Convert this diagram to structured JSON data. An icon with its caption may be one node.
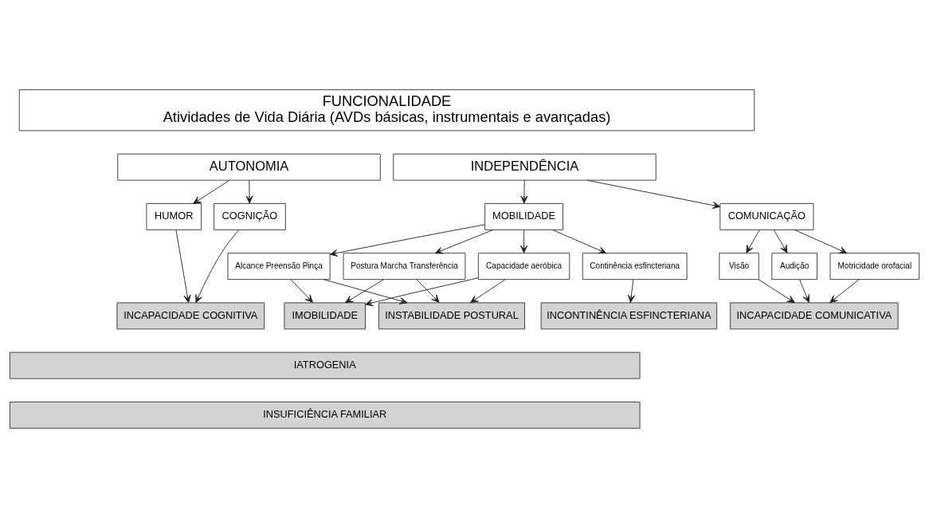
{
  "diagram": {
    "nodes": [
      {
        "text": [
          "FUNCIONALIDADE",
          "Atividades de Vida Diária (AVDs básicas, instrumentais e avançadas)"
        ]
      },
      {
        "text": [
          "AUTONOMIA"
        ]
      },
      {
        "text": [
          "INDEPENDÊNCIA"
        ]
      },
      {
        "text": [
          "COGNIÇÃO"
        ]
      },
      {
        "text": [
          "HUMOR"
        ]
      },
      {
        "text": [
          "MOBILIDADE"
        ]
      },
      {
        "text": [
          "COMUNICAÇÃO"
        ]
      },
      {
        "text": [
          "Visão"
        ]
      },
      {
        "text": [
          "Audição"
        ]
      },
      {
        "text": [
          "Motricidade orofacial"
        ]
      },
      {
        "text": [
          "Alcance Preensão Pinça"
        ]
      },
      {
        "text": [
          "Postura Marcha Transferência"
        ]
      },
      {
        "text": [
          "Capacidade aeróbica"
        ]
      },
      {
        "text": [
          "Continência esfincteriana"
        ]
      },
      {
        "text": [
          "INCAPACIDADE COGNITIVA"
        ]
      },
      {
        "text": [
          "INSTABILIDADE POSTURAL"
        ]
      },
      {
        "text": [
          "IMOBILIDADE"
        ]
      },
      {
        "text": [
          "INCONTINÊNCIA ESFINCTERIANA"
        ]
      },
      {
        "text": [
          "INCAPACIDADE COMUNICATIVA"
        ]
      },
      {
        "text": [
          "IATROGENIA"
        ]
      },
      {
        "text": [
          "INSUFICIÊNCIA FAMILIAR"
        ]
      }
    ],
    "edges": [
      {
        "from": 1,
        "to": 3,
        "arrow": "to"
      },
      {
        "from": 1,
        "to": 4,
        "arrow": "to"
      },
      {
        "from": 2,
        "to": 5,
        "arrow": "to"
      },
      {
        "from": 2,
        "to": 6,
        "arrow": "to"
      },
      {
        "from": 6,
        "to": 7,
        "arrow": "to"
      },
      {
        "from": 6,
        "to": 8,
        "arrow": "to"
      },
      {
        "from": 6,
        "to": 9,
        "arrow": "to"
      },
      {
        "from": 5,
        "to": 10,
        "arrow": "to"
      },
      {
        "from": 5,
        "to": 11,
        "arrow": "to"
      },
      {
        "from": 5,
        "to": 12,
        "arrow": "to"
      },
      {
        "from": 5,
        "to": 13,
        "arrow": "to"
      },
      {
        "from": 3,
        "to": 14,
        "arrow": "to"
      },
      {
        "from": 4,
        "to": 14,
        "arrow": "to"
      },
      {
        "from": 10,
        "to": 15,
        "arrow": "to"
      },
      {
        "from": 10,
        "to": 16,
        "arrow": "to"
      },
      {
        "from": 11,
        "to": 15,
        "arrow": "to"
      },
      {
        "from": 11,
        "to": 16,
        "arrow": "to"
      },
      {
        "from": 12,
        "to": 15,
        "arrow": "to"
      },
      {
        "from": 12,
        "to": 16,
        "arrow": "to"
      },
      {
        "from": 13,
        "to": 17,
        "arrow": "to"
      },
      {
        "from": 7,
        "to": 18,
        "arrow": "to"
      },
      {
        "from": 8,
        "to": 18,
        "arrow": "to"
      },
      {
        "from": 9,
        "to": 18,
        "arrow": "to"
      }
    ]
  }
}
